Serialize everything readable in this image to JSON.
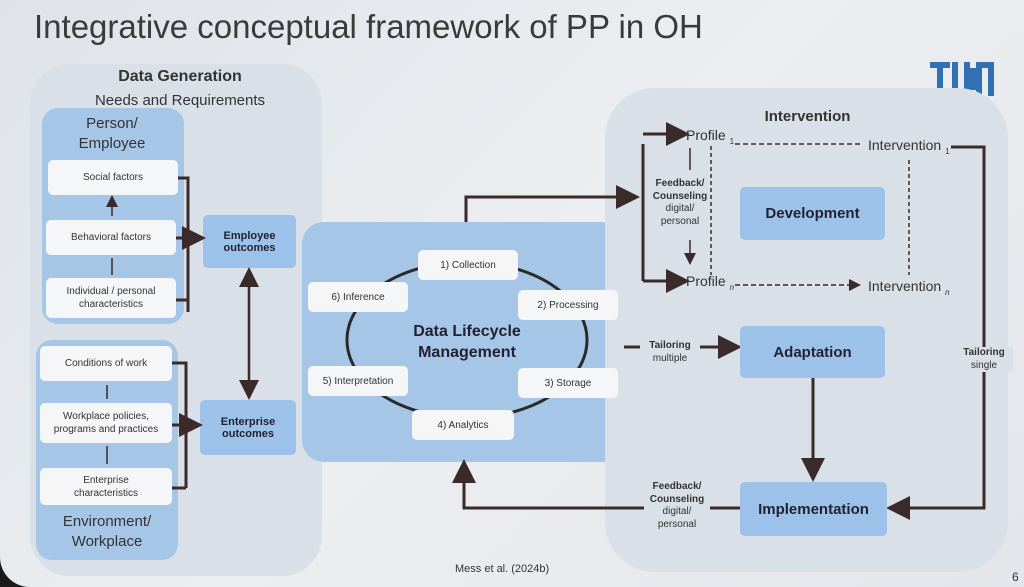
{
  "title": "Integrative conceptual framework of PP in OH",
  "logo": "TUM",
  "data_generation": {
    "heading": "Data Generation",
    "subheading": "Needs and Requirements",
    "person_group": {
      "label": "Person/ Employee",
      "items": [
        "Social factors",
        "Behavioral factors",
        "Individual / personal characteristics"
      ]
    },
    "environment_group": {
      "label": "Environment/ Workplace",
      "items": [
        "Conditions of work",
        "Workplace policies, programs and practices",
        "Enterprise characteristics"
      ]
    },
    "employee_outcomes": "Employee outcomes",
    "enterprise_outcomes": "Enterprise outcomes"
  },
  "lifecycle": {
    "title": "Data Lifecycle Management",
    "steps": [
      "1) Collection",
      "2) Processing",
      "3) Storage",
      "4) Analytics",
      "5) Interpretation",
      "6) Inference"
    ]
  },
  "intervention": {
    "heading": "Intervention",
    "profile_1": "Profile",
    "profile_n": "Profile",
    "intervention_1": "Intervention",
    "intervention_n": "Intervention",
    "sub_1": "1",
    "sub_n": "n",
    "feedback_bold": "Feedback/ Counseling",
    "feedback_mode": "digital/ personal",
    "development": "Development",
    "adaptation": "Adaptation",
    "implementation": "Implementation",
    "tailoring_multiple_bold": "Tailoring",
    "tailoring_multiple": "multiple",
    "tailoring_single_bold": "Tailoring",
    "tailoring_single": "single",
    "feedback2_bold": "Feedback/ Counseling",
    "feedback2_mode": "digital/ personal"
  },
  "citation": "Mess et al. (2024b)",
  "page_number": "6",
  "colors": {
    "panel": "#d9e0e8",
    "blue": "#a6c6e8",
    "tum": "#3070b3",
    "arrow": "#3a2a2a"
  }
}
